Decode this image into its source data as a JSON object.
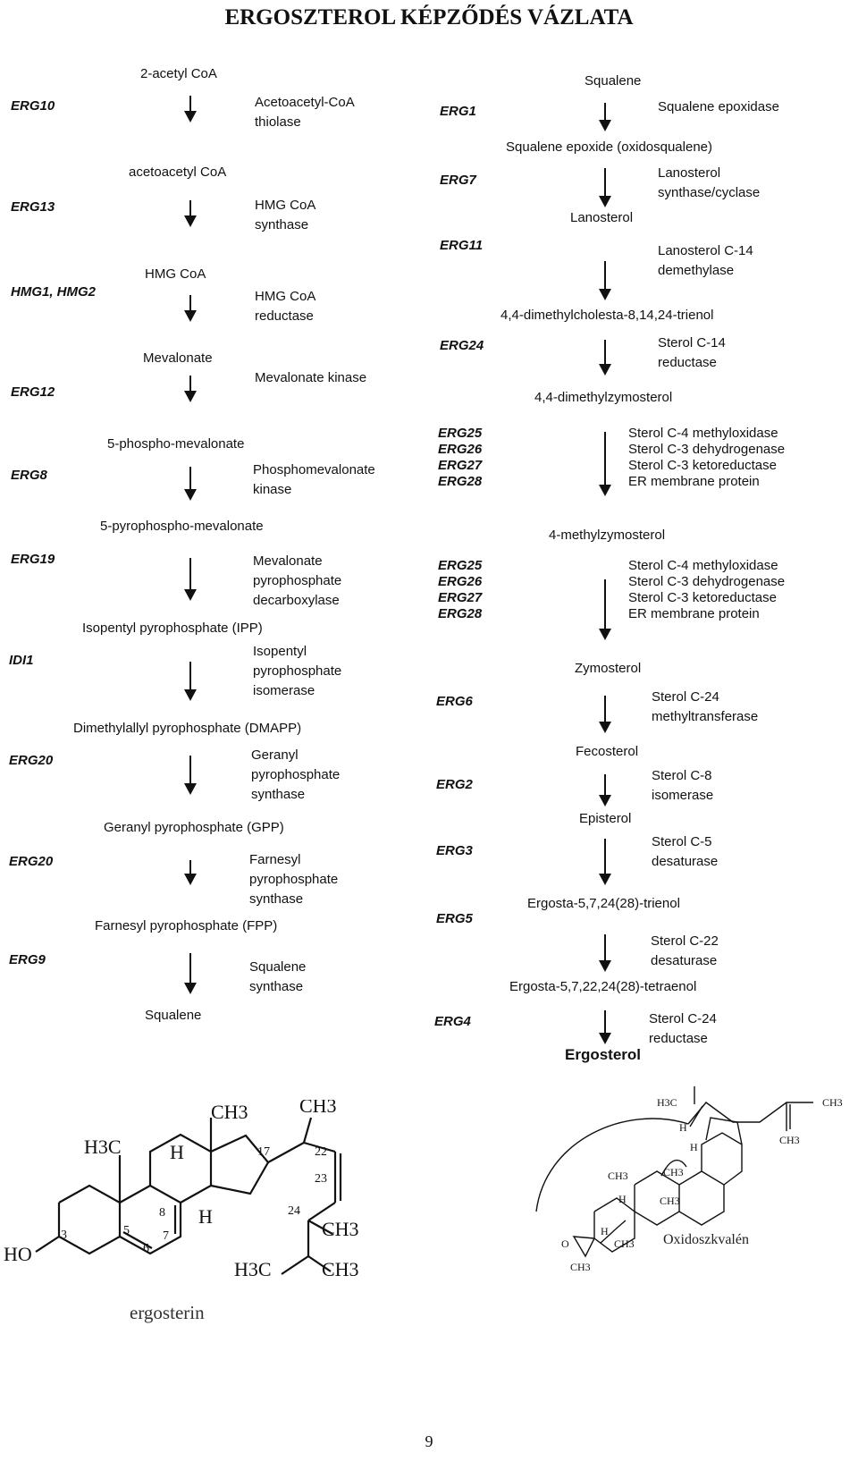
{
  "title": "ERGOSZTEROL KÉPZŐDÉS VÁZLATA",
  "left": {
    "compounds": [
      "2-acetyl CoA",
      "acetoacetyl CoA",
      "HMG CoA",
      "Mevalonate",
      "5-phospho-mevalonate",
      "5-pyrophospho-mevalonate",
      "Isopentyl pyrophosphate  (IPP)",
      "Dimethylallyl pyrophosphate (DMAPP)",
      "Geranyl pyrophosphate (GPP)",
      "Farnesyl pyrophosphate (FPP)",
      "Squalene"
    ],
    "genes": [
      "ERG10",
      "ERG13",
      "HMG1, HMG2",
      "ERG12",
      "ERG8",
      "ERG19",
      "IDI1",
      "ERG20",
      "ERG20",
      "ERG9"
    ],
    "enzymes": [
      "Acetoacetyl-CoA\nthiolase",
      "HMG CoA\nsynthase",
      "HMG CoA\nreductase",
      "Mevalonate kinase",
      "Phosphomevalonate\nkinase",
      "Mevalonate\npyrophosphate\ndecarboxylase",
      "Isopentyl\npyrophosphate\nisomerase",
      "Geranyl\npyrophosphate\nsynthase",
      "Farnesyl\npyrophosphate\nsynthase",
      "Squalene\nsynthase"
    ]
  },
  "right": {
    "compounds": [
      "Squalene",
      "Squalene epoxide (oxidosqualene)",
      "Lanosterol",
      "4,4-dimethylcholesta-8,14,24-trienol",
      "4,4-dimethylzymosterol",
      "4-methylzymosterol",
      "Zymosterol",
      "Fecosterol",
      "Episterol",
      "Ergosta-5,7,24(28)-trienol",
      "Ergosta-5,7,22,24(28)-tetraenol",
      "Ergosterol"
    ],
    "genes": [
      "ERG1",
      "ERG7",
      "ERG11",
      "ERG24",
      "ERG25\nERG26\nERG27\nERG28",
      "ERG25\nERG26\nERG27\nERG28",
      "ERG6",
      "ERG2",
      "ERG3",
      "ERG5",
      "ERG4"
    ],
    "enzymes": [
      "Squalene epoxidase",
      "Lanosterol\nsynthase/cyclase",
      "Lanosterol C-14\ndemethylase",
      "Sterol C-14\nreductase",
      "Sterol C-4 methyloxidase\nSterol C-3 dehydrogenase\nSterol C-3 ketoreductase\nER membrane protein",
      "Sterol C-4 methyloxidase\nSterol C-3 dehydrogenase\nSterol C-3 ketoreductase\nER membrane protein",
      "Sterol C-24\nmethyltransferase",
      "Sterol C-8\nisomerase",
      "Sterol C-5\ndesaturase",
      "Sterol C-22\ndesaturase",
      "Sterol C-24\nreductase"
    ]
  },
  "structure_ergosterin": {
    "caption": "ergosterin",
    "groups": [
      "CH3",
      "CH3",
      "H3C",
      "H",
      "H",
      "CH3",
      "H3C",
      "CH3",
      "HO"
    ],
    "numbers": [
      "3",
      "5",
      "6",
      "7",
      "8",
      "17",
      "22",
      "23",
      "24"
    ]
  },
  "structure_oxidosqualene": {
    "caption": "Oxidoszkvalén",
    "groups": [
      "H3C",
      "CH3",
      "CH3",
      "H",
      "H",
      "CH3",
      "CH3",
      "H",
      "CH3",
      "H",
      "CH3",
      "O",
      "CH3"
    ]
  },
  "page_number": "9"
}
